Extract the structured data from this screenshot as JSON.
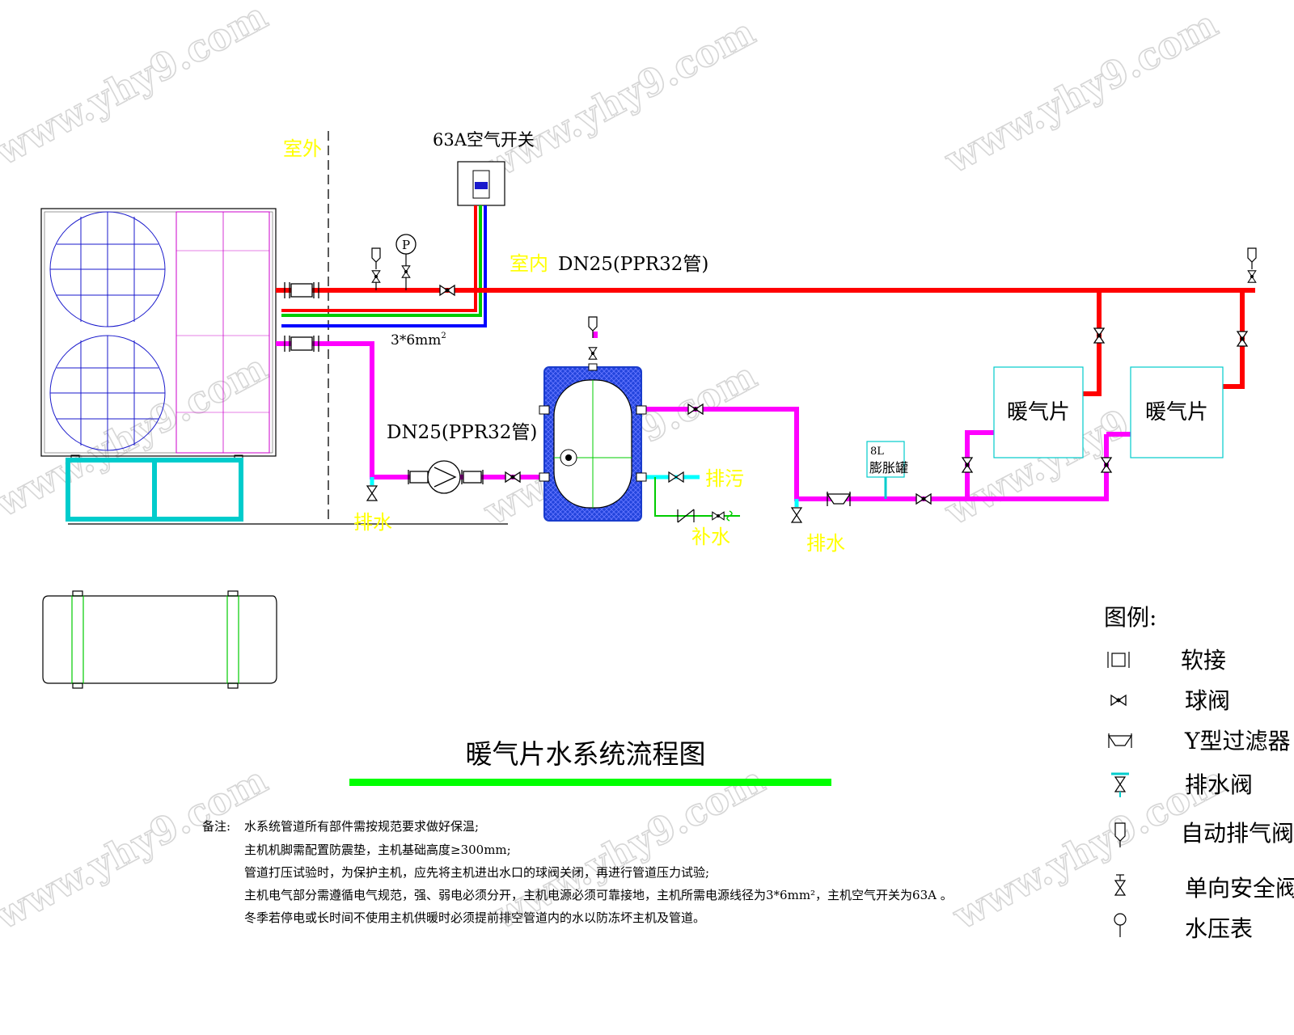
{
  "labels": {
    "outdoor": "室外",
    "indoor": "室内",
    "breaker": "63A空气开关",
    "supply_pipe": "DN25(PPR32管)",
    "return_pipe": "DN25(PPR32管)",
    "cable_base": "3*6mm",
    "cable_sup": "2",
    "drain_1": "排水",
    "drain_2": "排水",
    "sewage": "排污",
    "makeup_water": "补水",
    "expansion_tank_size": "8L",
    "expansion_tank": "膨胀罐",
    "radiator_1": "暖气片",
    "radiator_2": "暖气片",
    "gauge_letter": "P",
    "title": "暖气片水系统流程图"
  },
  "notes": {
    "prefix": "备注:",
    "lines": [
      "水系统管道所有部件需按规范要求做好保温;",
      "主机机脚需配置防震垫，主机基础高度≥300mm;",
      "管道打压试验时，为保护主机，应先将主机进出水口的球阀关闭，再进行管道压力试验;",
      "主机电气部分需遵循电气规范，强、弱电必须分开，主机电源必须可靠接地，主机所需电源线径为3*6mm²，主机空气开关为63A 。",
      "冬季若停电或长时间不使用主机供暖时必须提前排空管道内的水以防冻坏主机及管道。"
    ]
  },
  "legend": {
    "title": "图例:",
    "items": [
      {
        "icon": "flexible-joint-icon",
        "label": "软接"
      },
      {
        "icon": "ball-valve-icon",
        "label": "球阀"
      },
      {
        "icon": "y-strainer-icon",
        "label": "Y型过滤器"
      },
      {
        "icon": "drain-valve-icon",
        "label": "排水阀"
      },
      {
        "icon": "auto-air-vent-icon",
        "label": "自动排气阀"
      },
      {
        "icon": "safety-valve-icon",
        "label": "单向安全阀"
      },
      {
        "icon": "pressure-gauge-icon",
        "label": "水压表"
      }
    ]
  },
  "watermark": "www.yhy9.com",
  "colors": {
    "supply": "#ff0000",
    "return": "#ff00ff",
    "drain": "#00ffff",
    "makeup": "#00cc00",
    "cable_red": "#ff0000",
    "cable_green": "#00cc00",
    "cable_blue": "#0000ff",
    "label_yellow": "#ffff00",
    "title_bar": "#00ff00",
    "tank_blue": "#1a3ccc",
    "unit_stroke": "#0000cc"
  }
}
